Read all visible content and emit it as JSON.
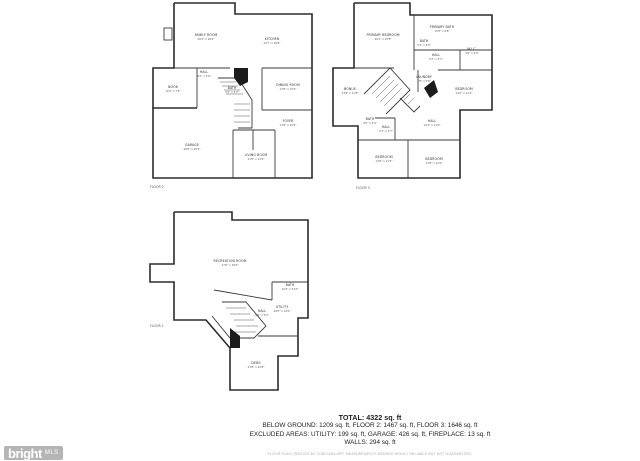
{
  "floors": {
    "floor2": {
      "label": "FLOOR 2",
      "rooms": [
        {
          "name": "FAMILY ROOM",
          "dim": "20'4\" x 18'2\""
        },
        {
          "name": "KITCHEN",
          "dim": "22'7\" x 16'8\""
        },
        {
          "name": "NOOK",
          "dim": "10'2\" x 7'8\""
        },
        {
          "name": "HALL",
          "dim": "9'2\" x 3'9\""
        },
        {
          "name": "BATH",
          "dim": "5'5\" x 5'3\""
        },
        {
          "name": "DINING ROOM",
          "dim": "13'8\" x 13'0\""
        },
        {
          "name": "FOYER",
          "dim": "13'6\" x 10'0\""
        },
        {
          "name": "GARAGE",
          "dim": "20'0\" x 20'4\""
        },
        {
          "name": "LIVING ROOM",
          "dim": "13'0\" x 13'6\""
        }
      ]
    },
    "floor3": {
      "label": "FLOOR 3",
      "rooms": [
        {
          "name": "PRIMARY BEDROOM",
          "dim": "20'2\" x 15'8\""
        },
        {
          "name": "PRIMARY BATH",
          "dim": "13'8\" x 9'8\""
        },
        {
          "name": "W.I.C.",
          "dim": "9'6\" x 9'4\""
        },
        {
          "name": "BATH",
          "dim": "5'3\" x 4'0\""
        },
        {
          "name": "HALL",
          "dim": "5'2\" x 3'3\""
        },
        {
          "name": "LAUNDRY",
          "dim": "6'8\" x 5'6\""
        },
        {
          "name": "BONUS",
          "dim": "13'8\" x 11'8\""
        },
        {
          "name": "BEDROOM",
          "dim": "14'0\" x 11'2\""
        },
        {
          "name": "BATH",
          "dim": "8'5\" x 5'4\""
        },
        {
          "name": "HALL",
          "dim": "6'7\" x 3'7\""
        },
        {
          "name": "HALL",
          "dim": "12'4\" x 11'0\""
        },
        {
          "name": "BEDROOM",
          "dim": "13'0\" x 11'5\""
        },
        {
          "name": "BEDROOM",
          "dim": "13'8\" x 12'0\""
        }
      ]
    },
    "floor1": {
      "label": "FLOOR 1",
      "rooms": [
        {
          "name": "RECREATION ROOM",
          "dim": "27'0\" x 18'0\""
        },
        {
          "name": "BATH",
          "dim": "10'3\" x 5'10\""
        },
        {
          "name": "UTILITY",
          "dim": "18'5\" x 14'0\""
        },
        {
          "name": "HALL",
          "dim": "6'6\" x 5'2\""
        },
        {
          "name": "DENS",
          "dim": "13'8\" x 10'8\""
        }
      ]
    }
  },
  "summary": {
    "total": "TOTAL: 4322 sq. ft",
    "line1": "BELOW GROUND: 1209 sq. ft, FLOOR 2: 1467 sq. ft, FLOOR 3: 1646 sq. ft",
    "line2": "EXCLUDED AREAS: UTILITY: 199 sq. ft, GARAGE: 426 sq. ft, FIREPLACE: 13 sq. ft",
    "line3": "WALLS: 294 sq. ft"
  },
  "disclaimer": "FLOOR PLAN CREATED BY CUBICASA APP. MEASUREMENTS DEEMED HIGHLY RELIABLE BUT NOT GUARANTEED.",
  "brand": {
    "name": "bright",
    "suffix": "MLS"
  }
}
